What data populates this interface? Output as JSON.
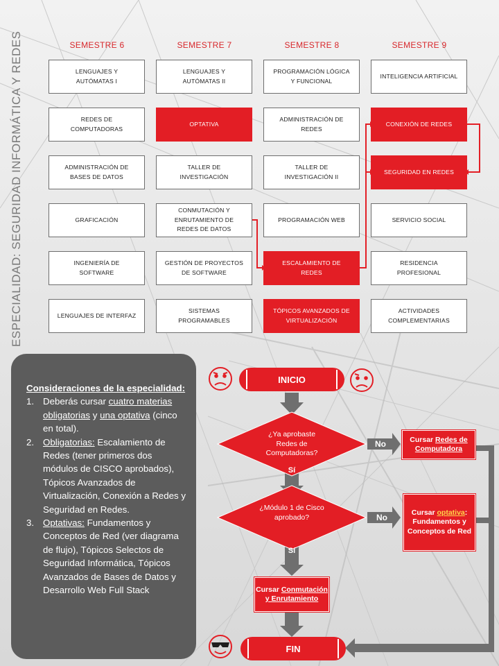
{
  "side_title": "ESPECIALIDAD: SEGURIDAD INFORMÁTICA Y REDES",
  "semesters": [
    {
      "label": "SEMESTRE 6",
      "courses": [
        {
          "name": "LENGUAJES Y AUTÓMATAS I",
          "highlight": false
        },
        {
          "name": "REDES DE COMPUTADORAS",
          "highlight": false
        },
        {
          "name": "ADMINISTRACIÓN DE BASES DE DATOS",
          "highlight": false
        },
        {
          "name": "GRAFICACIÓN",
          "highlight": false
        },
        {
          "name": "INGENIERÍA DE SOFTWARE",
          "highlight": false
        },
        {
          "name": "LENGUAJES DE INTERFAZ",
          "highlight": false
        }
      ]
    },
    {
      "label": "SEMESTRE 7",
      "courses": [
        {
          "name": "LENGUAJES Y AUTÓMATAS II",
          "highlight": false
        },
        {
          "name": "OPTATIVA",
          "highlight": true
        },
        {
          "name": "TALLER DE INVESTIGACIÓN",
          "highlight": false
        },
        {
          "name": "CONMUTACIÓN Y ENRUTAMIENTO DE REDES DE DATOS",
          "highlight": false
        },
        {
          "name": "GESTIÓN DE PROYECTOS DE SOFTWARE",
          "highlight": false
        },
        {
          "name": "SISTEMAS PROGRAMABLES",
          "highlight": false
        }
      ]
    },
    {
      "label": "SEMESTRE 8",
      "courses": [
        {
          "name": "PROGRAMACIÓN LÓGICA Y FUNCIONAL",
          "highlight": false
        },
        {
          "name": "ADMINISTRACIÓN DE REDES",
          "highlight": false
        },
        {
          "name": "TALLER DE INVESTIGACIÓN II",
          "highlight": false
        },
        {
          "name": "PROGRAMACIÓN WEB",
          "highlight": false
        },
        {
          "name": "ESCALAMIENTO DE REDES",
          "highlight": true
        },
        {
          "name": "TÓPICOS AVANZADOS DE VIRTUALIZACIÓN",
          "highlight": true
        }
      ]
    },
    {
      "label": "SEMESTRE 9",
      "courses": [
        {
          "name": "INTELIGENCIA ARTIFICIAL",
          "highlight": false
        },
        {
          "name": "CONEXIÓN DE REDES",
          "highlight": true
        },
        {
          "name": "SEGURIDAD EN REDES",
          "highlight": true
        },
        {
          "name": "SERVICIO SOCIAL",
          "highlight": false
        },
        {
          "name": "RESIDENCIA PROFESIONAL",
          "highlight": false
        },
        {
          "name": "ACTIVIDADES COMPLEMENTARIAS",
          "highlight": false
        }
      ]
    }
  ],
  "considerations": {
    "title": "Consideraciones de la especialidad:",
    "items": [
      {
        "num": "1.",
        "a": "Deberás cursar ",
        "b": "cuatro materias obligatorias",
        "c": " y ",
        "d": "una optativa",
        "e": " (cinco en total)."
      },
      {
        "num": "2.",
        "head": "Obligatorias:",
        "body": " Escalamiento de Redes (tener primeros dos módulos de CISCO aprobados), Tópicos Avanzados de Virtualización, Conexión a Redes y Seguridad en Redes."
      },
      {
        "num": "3.",
        "head": "Optativas:",
        "body": " Fundamentos y Conceptos de Red (ver diagrama de flujo), Tópicos Selectos de Seguridad Informática, Tópicos Avanzados de Bases de Datos y Desarrollo Web Full Stack"
      }
    ]
  },
  "flow": {
    "start": "INICIO",
    "end": "FIN",
    "q1": "¿Ya aprobaste Redes de Computadoras?",
    "q2": "¿Módulo 1 de Cisco aprobado?",
    "no1": "No",
    "no2": "No",
    "yes1": "Sí",
    "yes2": "Sí",
    "box_redes": {
      "prefix": "Cursar ",
      "link": "Redes de Computadora"
    },
    "box_optativa": {
      "prefix": "Cursar ",
      "link": "optativa",
      "suffix": ": Fundamentos y Conceptos de Red"
    },
    "box_conmutacion": {
      "prefix": "Cursar ",
      "link": "Conmutación y Enrutamiento"
    }
  },
  "colors": {
    "accent": "#e31e25",
    "panel": "#5c5c5c",
    "arrow": "#6f6f6f"
  }
}
